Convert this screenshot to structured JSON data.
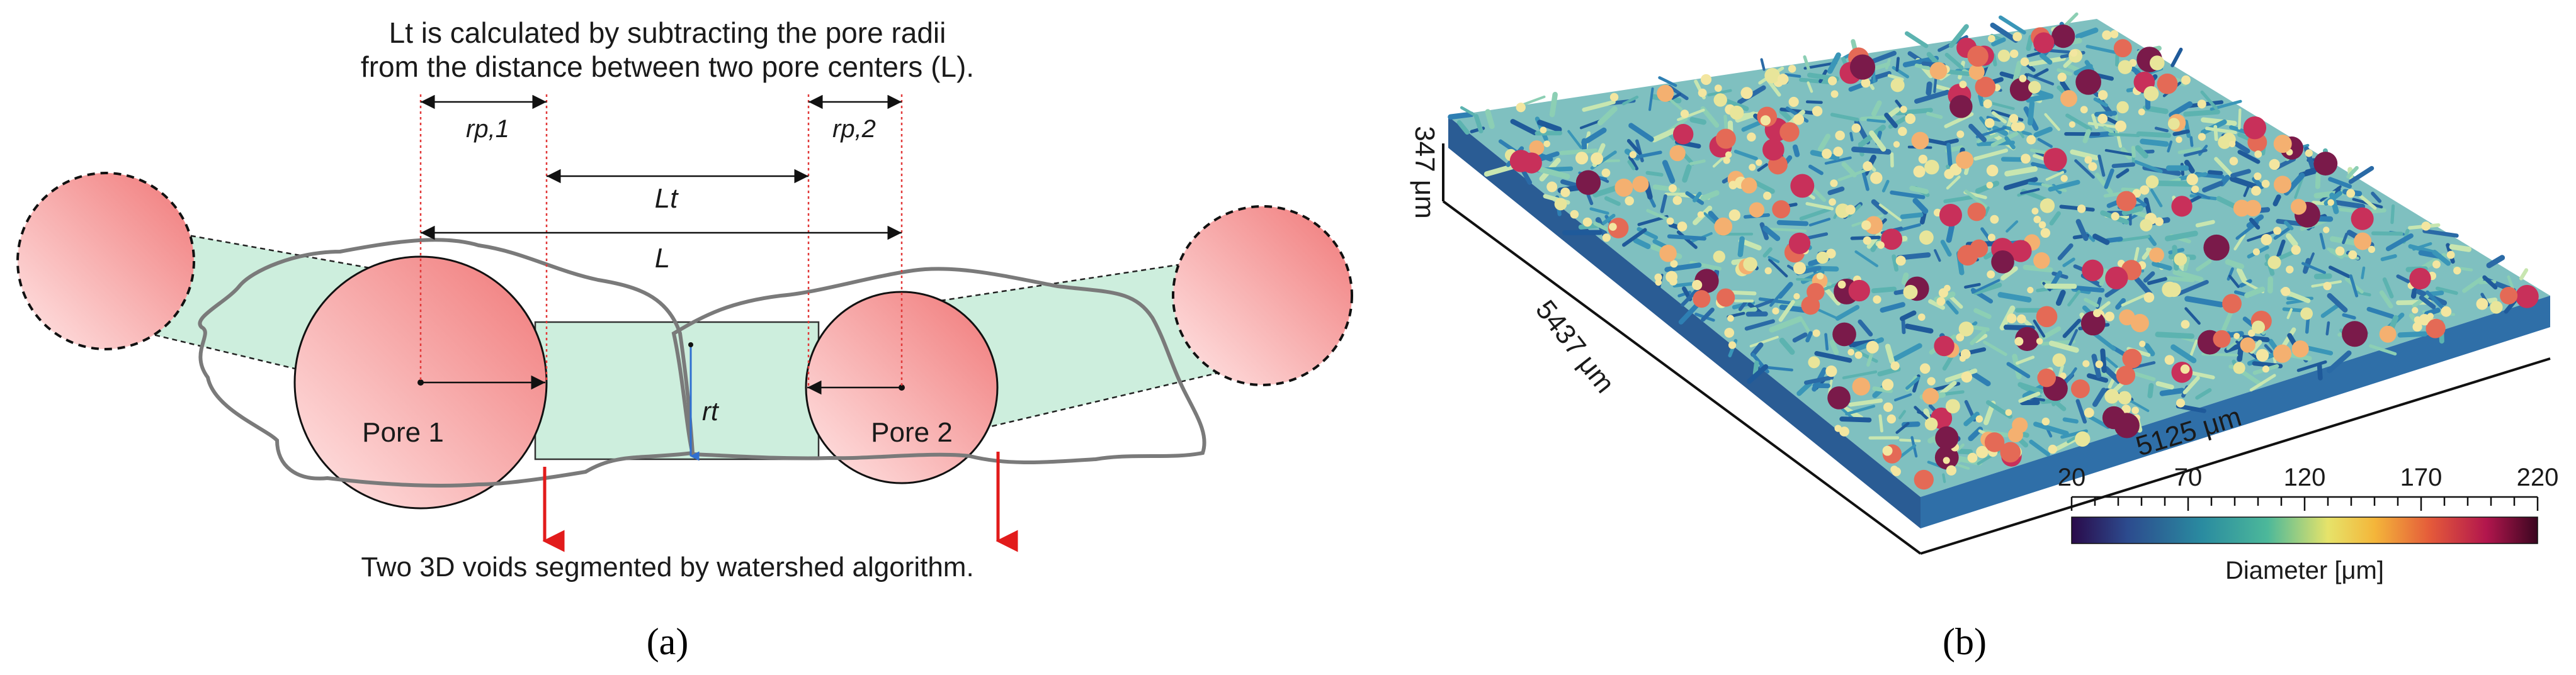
{
  "panel_a": {
    "caption_line1": "Lt is calculated by subtracting the pore radii",
    "caption_line2": "from the distance between two pore centers (L).",
    "symbols": {
      "rp1": "rp,1",
      "rp2": "rp,2",
      "Lt": "Lt",
      "L": "L",
      "rt": "rt"
    },
    "pore1": "Pore 1",
    "pore2": "Pore 2",
    "footnote": "Two 3D voids segmented by watershed algorithm.",
    "label": "(a)"
  },
  "panel_b": {
    "height_label": "347 μm",
    "depth_label": "5437 μm",
    "width_label": "5125 μm",
    "colorbar": {
      "ticks": [
        "20",
        "70",
        "120",
        "170",
        "220"
      ],
      "title": "Diameter [μm]",
      "colors": [
        "#2a0a4a",
        "#2c4b8e",
        "#2a8ba0",
        "#4cb89a",
        "#e6e36a",
        "#f4b63a",
        "#e45a3a",
        "#b2164d",
        "#3a0620"
      ]
    },
    "label": "(b)"
  },
  "colors": {
    "pore_fill": "#f49a9a",
    "throat_fill": "#cdeedd",
    "outline": "#707070",
    "arrow": "#e21b1b",
    "guide": "#e23b3b"
  }
}
